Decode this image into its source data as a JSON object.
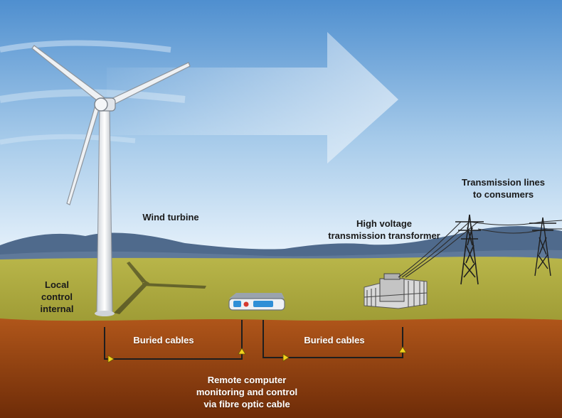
{
  "labels": {
    "wind_turbine": "Wind turbine",
    "local_control": [
      "Local",
      "control",
      "internal"
    ],
    "hv_transformer": [
      "High voltage",
      "transmission transformer"
    ],
    "transmission_lines": [
      "Transmission lines",
      "to consumers"
    ],
    "buried_cables_left": "Buried cables",
    "buried_cables_right": "Buried cables",
    "remote_computer": [
      "Remote computer",
      "monitoring and control",
      "via fibre optic cable"
    ]
  },
  "colors": {
    "sky_top": "#4f8fcf",
    "sky_bottom": "#e7f2fb",
    "mountains": "#4f6a8c",
    "grass": "#a8a83e",
    "soil_top": "#b0561a",
    "soil_bottom": "#6e2c08",
    "cable": "#1e1e1e",
    "arrow_marker": "#f2d21e"
  },
  "icons": {
    "turbine": "wind-turbine-icon",
    "controller": "control-box-icon",
    "transformer": "transformer-icon",
    "pylon": "transmission-pylon-icon",
    "wind": "wind-arrow-icon"
  }
}
